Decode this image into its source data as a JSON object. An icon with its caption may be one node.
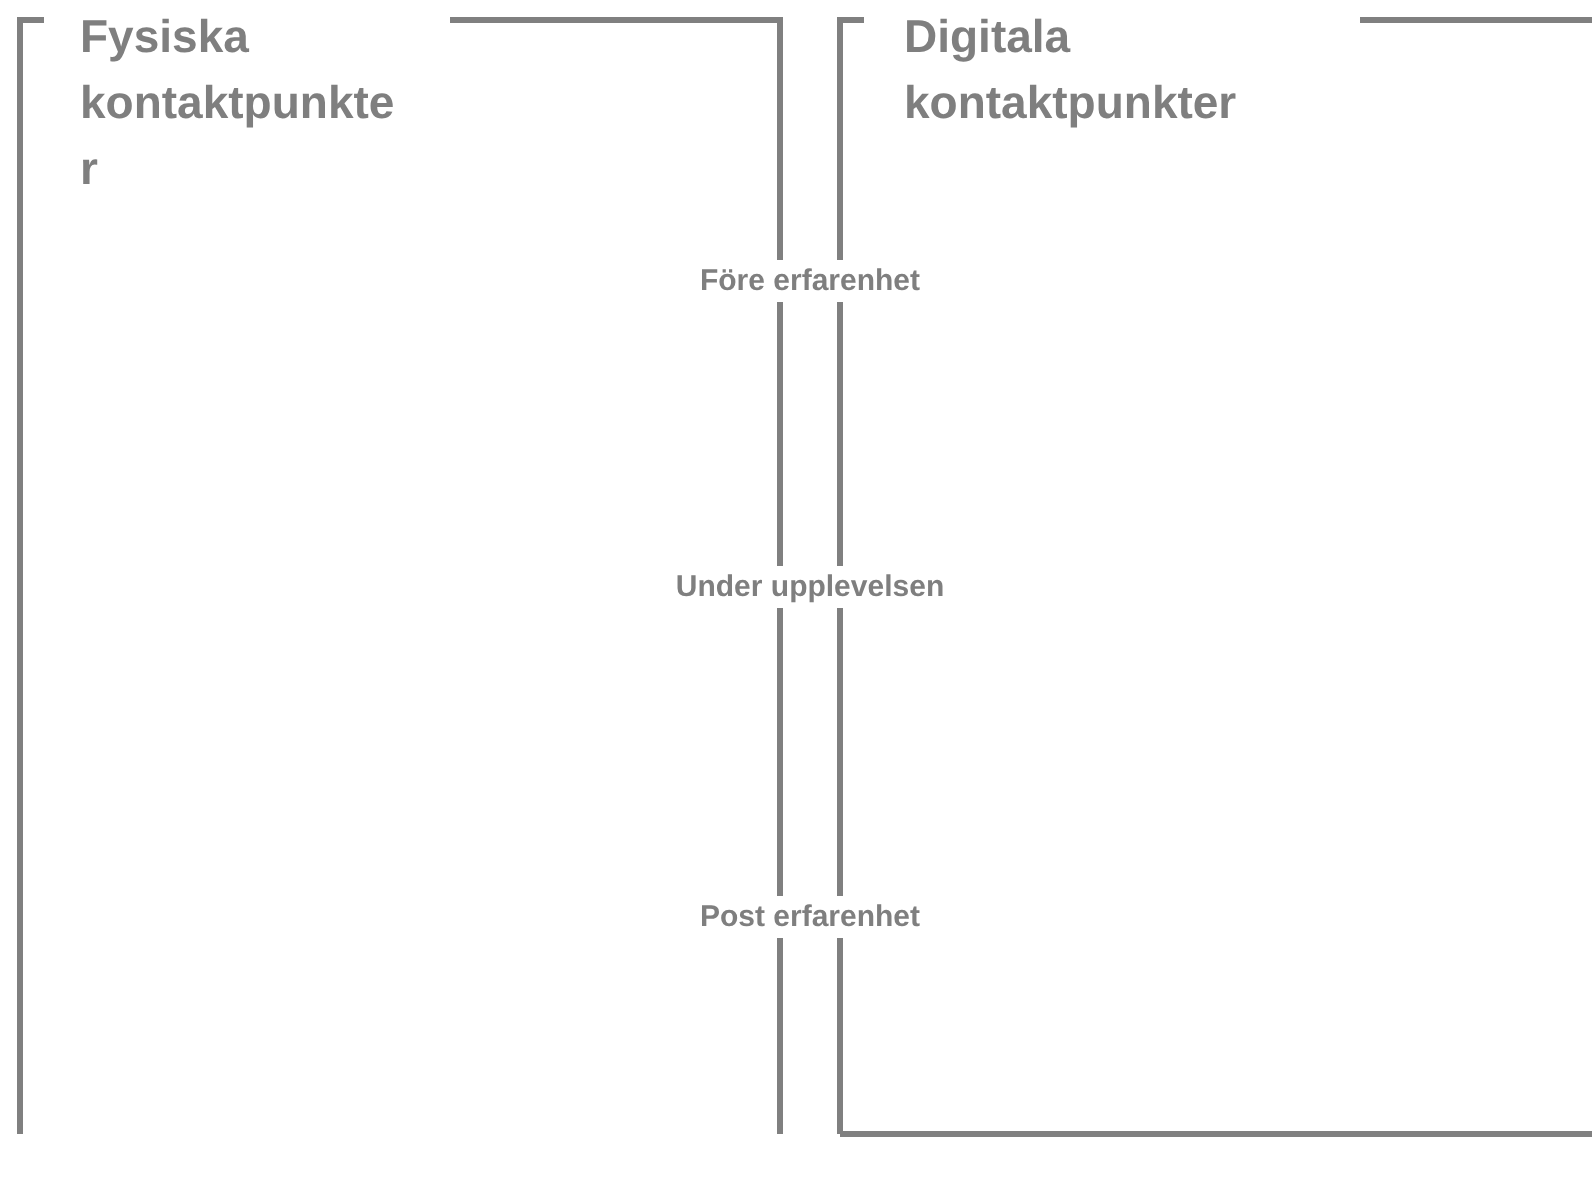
{
  "diagram": {
    "nodes": [
      {
        "text": [
          "Fysiska kontaktpunkter"
        ]
      },
      {
        "text": [
          "Digitala kontaktpunkter"
        ]
      }
    ],
    "labels": [
      "Före erfarenhet",
      "Under upplevelsen",
      "Post erfarenhet"
    ]
  }
}
